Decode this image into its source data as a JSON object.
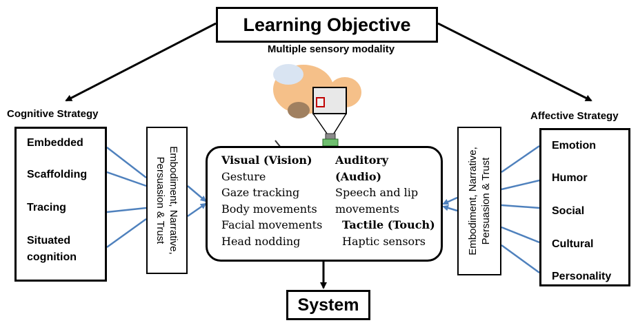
{
  "title": "Learning Objective",
  "subtitle": "Multiple sensory modality",
  "cognitive": {
    "heading": "Cognitive Strategy",
    "items": [
      "Embedded",
      "Scaffolding",
      "Tracing",
      "Situated",
      "cognition"
    ]
  },
  "affective": {
    "heading": "Affective Strategy",
    "items": [
      "Emotion",
      "Humor",
      "Social",
      "Cultural",
      "Personality"
    ]
  },
  "mediator": {
    "line1": "Embodiment, Narrative,",
    "line2": "Persuasion & Trust"
  },
  "modalities": {
    "visual": {
      "heading": "Visual (Vision)",
      "items": [
        "Gesture",
        "Gaze tracking",
        "Body movements",
        "Facial movements",
        "Head nodding"
      ]
    },
    "auditory": {
      "heading_line1": "Auditory",
      "heading_line2": "(Audio)",
      "items": [
        "Speech and lip",
        "movements"
      ]
    },
    "tactile": {
      "heading": "Tactile (Touch)",
      "items": [
        "Haptic sensors"
      ]
    }
  },
  "system": "System",
  "colors": {
    "connector": "#4f81bd",
    "outline": "#000000",
    "robot_skin": "#f5c089",
    "robot_face": "#e8e8e8"
  }
}
